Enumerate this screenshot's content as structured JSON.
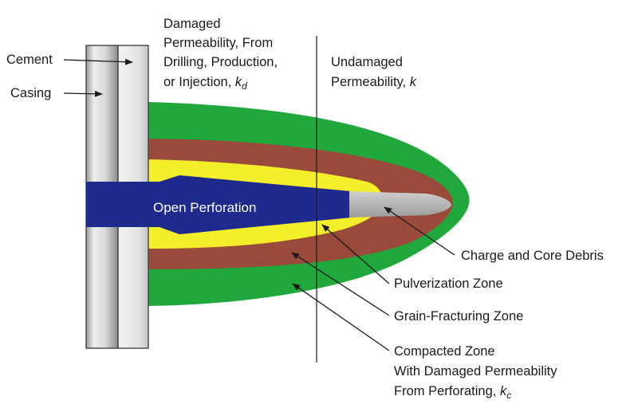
{
  "labels": {
    "cement": "Cement",
    "casing": "Casing",
    "damaged_line1": "Damaged",
    "damaged_line2": "Permeability, From",
    "damaged_line3": "Drilling, Production,",
    "damaged_line4_prefix": "or Injection, ",
    "damaged_symbol": "k",
    "damaged_subscript": "d",
    "undamaged_line1": "Undamaged",
    "undamaged_line2_prefix": "Permeability, ",
    "undamaged_symbol": "k",
    "open_perforation": "Open Perforation",
    "charge_debris": "Charge and Core Debris",
    "pulverization": "Pulverization Zone",
    "grain_fracturing": "Grain-Fracturing Zone",
    "compacted_line1": "Compacted Zone",
    "compacted_line2": "With Damaged Permeability",
    "compacted_line3_prefix": "From Perforating, ",
    "compacted_symbol": "k",
    "compacted_subscript": "c"
  },
  "colors": {
    "compacted_zone": "#20a83c",
    "grain_fracturing_zone": "#9a4a3a",
    "pulverization_zone": "#f5ee2a",
    "open_perforation": "#1e2a8c",
    "debris": "#b4b4b4",
    "casing": "#d6d6d8",
    "cement": "#e4e4e6"
  }
}
